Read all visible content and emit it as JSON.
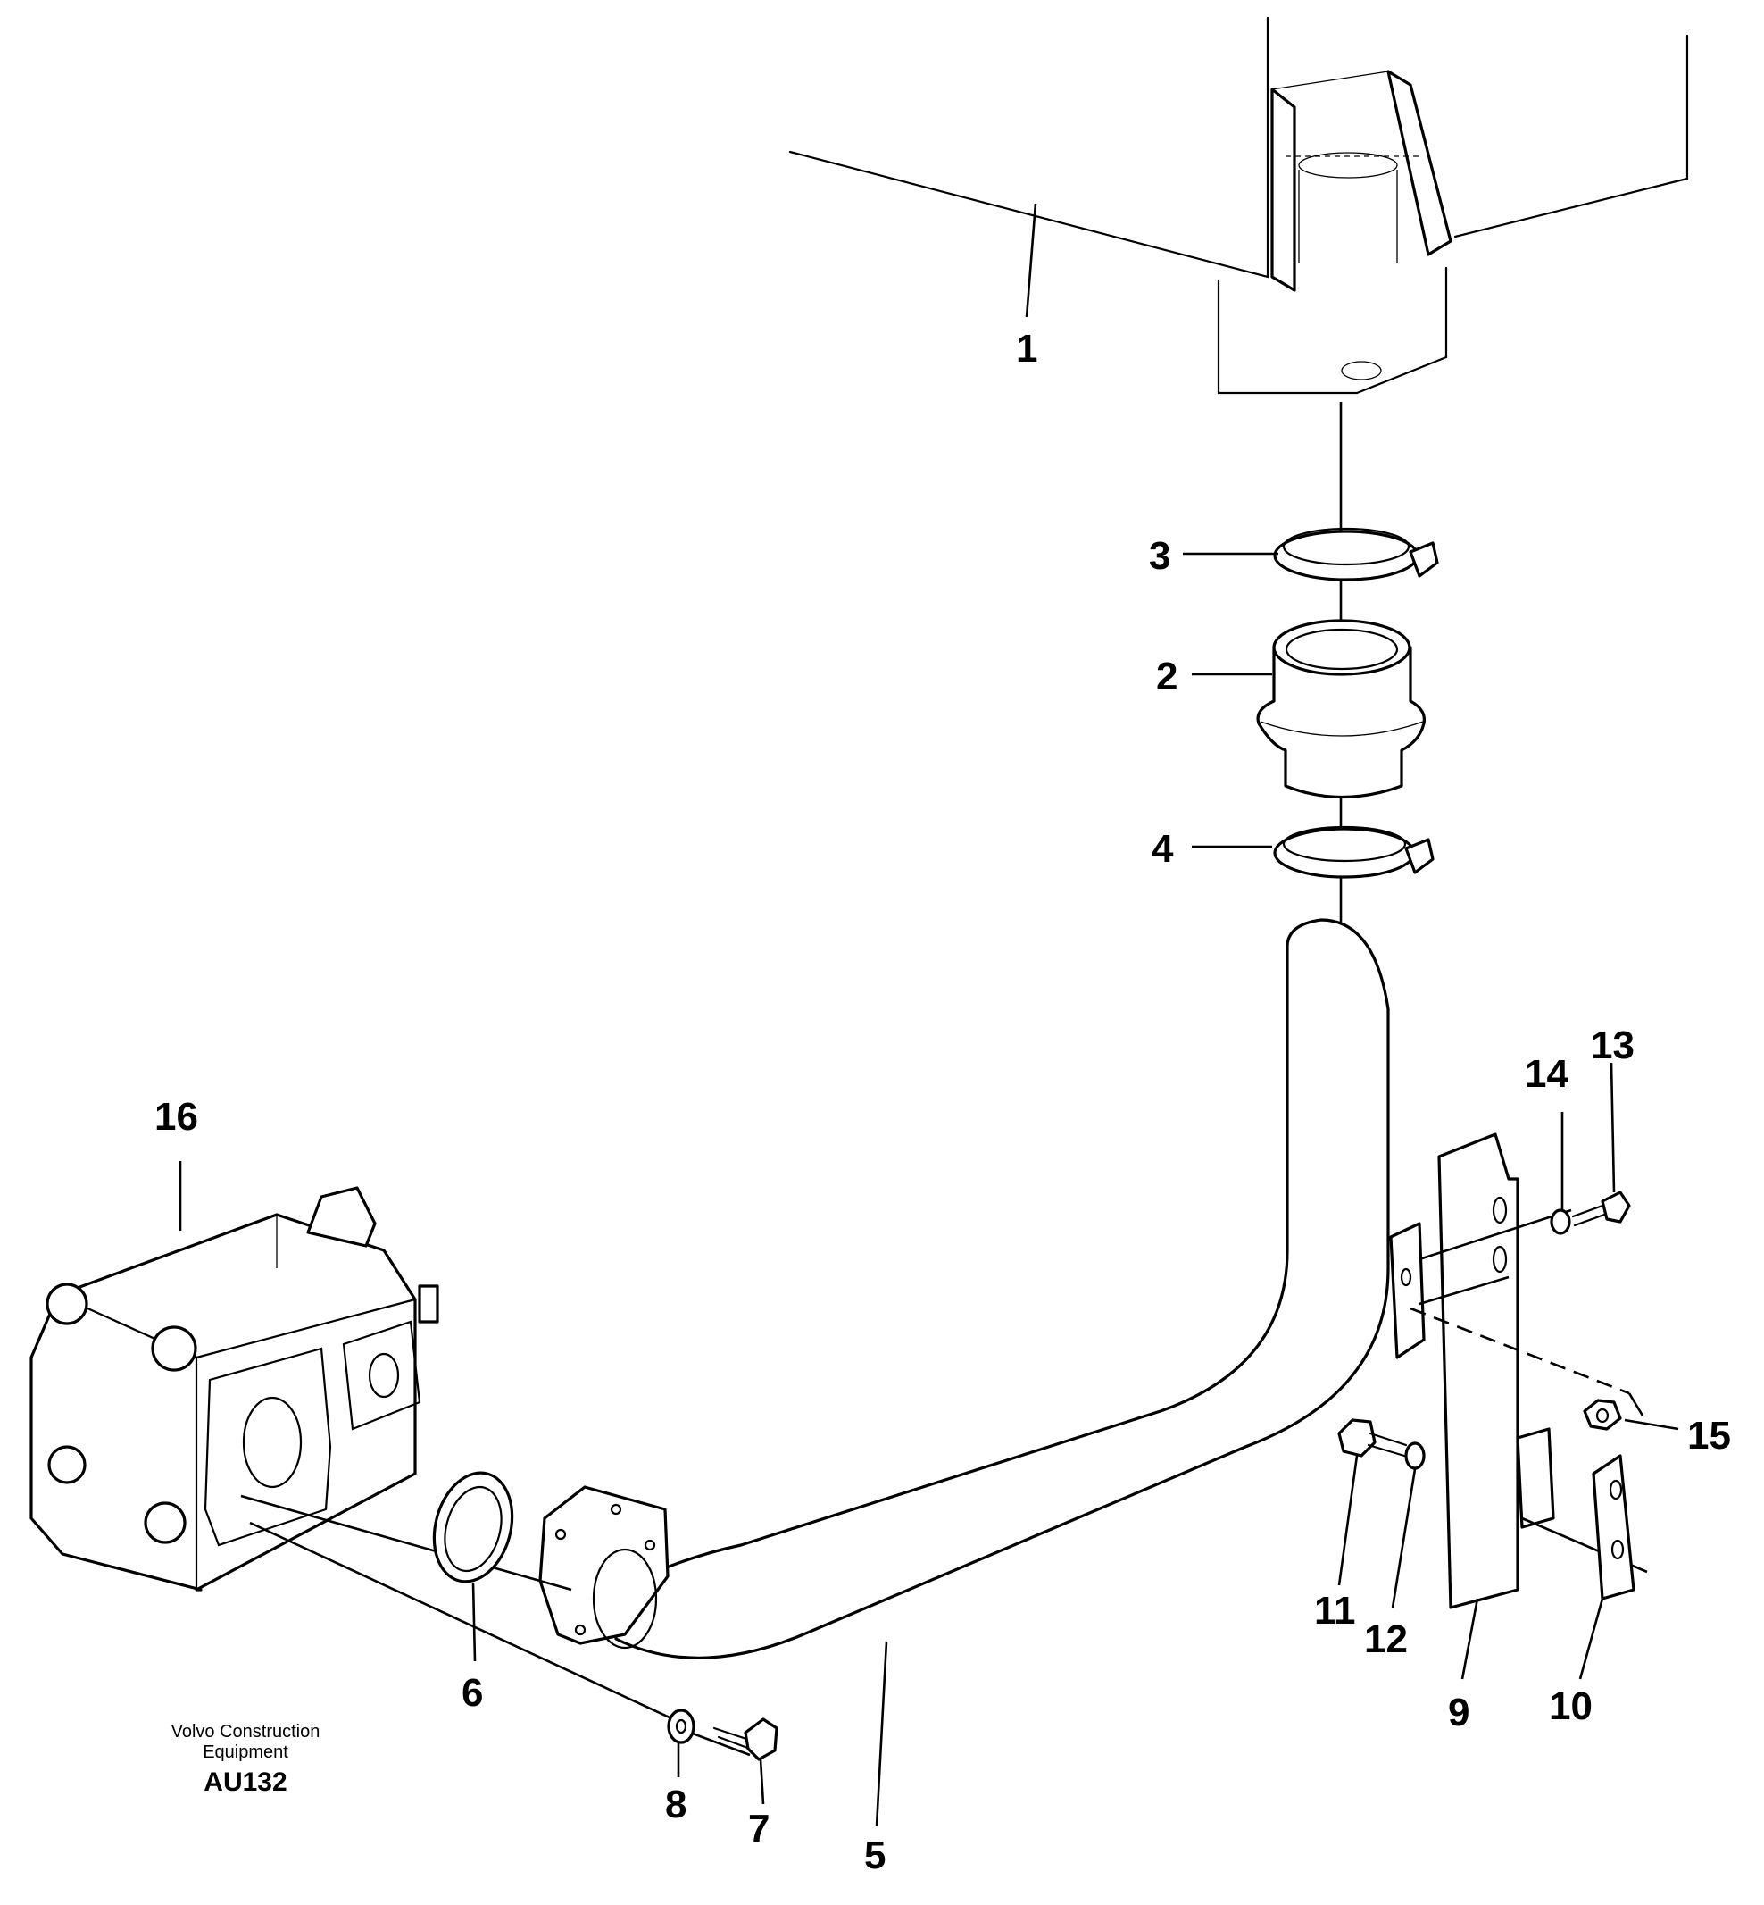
{
  "callouts": {
    "c1": "1",
    "c2": "2",
    "c3": "3",
    "c4": "4",
    "c5": "5",
    "c6": "6",
    "c7": "7",
    "c8": "8",
    "c9": "9",
    "c10": "10",
    "c11": "11",
    "c12": "12",
    "c13": "13",
    "c14": "14",
    "c15": "15",
    "c16": "16"
  },
  "caption": {
    "line1": "Volvo Construction",
    "line2": "Equipment",
    "code": "AU132"
  }
}
